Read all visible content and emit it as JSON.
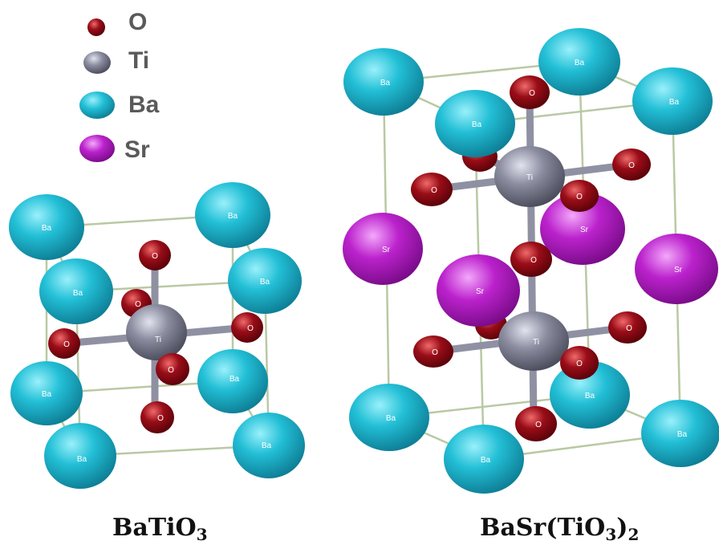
{
  "legend": [
    {
      "symbol": "O",
      "label": "O",
      "color": "#8b0a14"
    },
    {
      "symbol": "Ti",
      "label": "Ti",
      "color": "#7c7e90"
    },
    {
      "symbol": "Ba",
      "label": "Ba",
      "color": "#1fb7cf"
    },
    {
      "symbol": "Sr",
      "label": "Sr",
      "color": "#b21fc4"
    }
  ],
  "atom_labels": {
    "o": "O",
    "ti": "Ti",
    "ba": "Ba",
    "sr": "Sr"
  },
  "left_structure": {
    "formula_main": "BaTiO",
    "formula_sub": "3"
  },
  "right_structure": {
    "formula_prefix": "BaSr(TiO",
    "formula_sub1": "3",
    "formula_close": ")",
    "formula_sub2": "2"
  },
  "colors": {
    "oxygen": "#8b0a14",
    "titanium": "#7c7e90",
    "barium": "#1fb7cf",
    "strontium": "#b21fc4",
    "bond_ti_o": "#8f91a3",
    "cell_line": "#b9c9a3"
  }
}
